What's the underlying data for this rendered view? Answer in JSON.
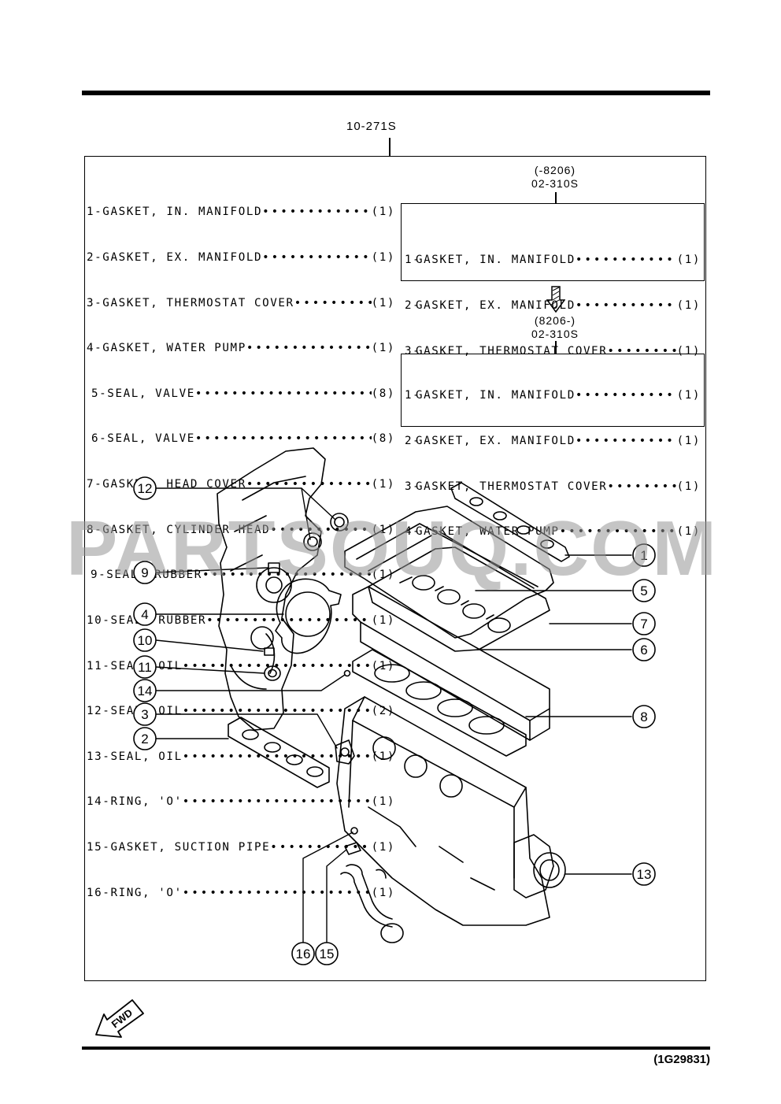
{
  "ref_top": "10-271S",
  "parts": [
    {
      "num": "1-",
      "name": "GASKET, IN. MANIFOLD",
      "qty": "(1)"
    },
    {
      "num": "2-",
      "name": "GASKET, EX. MANIFOLD",
      "qty": "(1)"
    },
    {
      "num": "3-",
      "name": "GASKET, THERMOSTAT COVER",
      "qty": "(1)"
    },
    {
      "num": "4-",
      "name": "GASKET, WATER PUMP",
      "qty": "(1)"
    },
    {
      "num": "5-",
      "name": "SEAL, VALVE",
      "qty": "(8)"
    },
    {
      "num": "6-",
      "name": "SEAL, VALVE",
      "qty": "(8)"
    },
    {
      "num": "7-",
      "name": "GASKET, HEAD COVER",
      "qty": "(1)"
    },
    {
      "num": "8-",
      "name": "GASKET, CYLINDER HEAD",
      "qty": "(1)"
    },
    {
      "num": "9-",
      "name": "SEAL, RUBBER",
      "qty": "(1)"
    },
    {
      "num": "10-",
      "name": "SEAL, RUBBER",
      "qty": "(1)"
    },
    {
      "num": "11-",
      "name": "SEAL, OIL",
      "qty": "(1)"
    },
    {
      "num": "12-",
      "name": "SEAL, OIL",
      "qty": "(2)"
    },
    {
      "num": "13-",
      "name": "SEAL, OIL",
      "qty": "(1)"
    },
    {
      "num": "14-",
      "name": "RING, 'O'",
      "qty": "(1)"
    },
    {
      "num": "15-",
      "name": "GASKET, SUCTION PIPE",
      "qty": "(1)"
    },
    {
      "num": "16-",
      "name": "RING, 'O'",
      "qty": "(1)"
    }
  ],
  "kit1": {
    "range": "(-8206)",
    "ref": "02-310S",
    "items": [
      {
        "num": "1-",
        "name": "GASKET, IN. MANIFOLD",
        "qty": "(1)"
      },
      {
        "num": "2-",
        "name": "GASKET, EX. MANIFOLD",
        "qty": "(1)"
      },
      {
        "num": "3-",
        "name": "GASKET, THERMOSTAT COVER",
        "qty": "(1)"
      }
    ]
  },
  "kit2": {
    "range": "(8206-)",
    "ref": "02-310S",
    "items": [
      {
        "num": "1-",
        "name": "GASKET, IN. MANIFOLD",
        "qty": "(1)"
      },
      {
        "num": "2-",
        "name": "GASKET, EX. MANIFOLD",
        "qty": "(1)"
      },
      {
        "num": "3-",
        "name": "GASKET, THERMOSTAT COVER",
        "qty": "(1)"
      },
      {
        "num": "4-",
        "name": "GASKET, WATER PUMP",
        "qty": "(1)"
      }
    ]
  },
  "callouts": [
    "1",
    "2",
    "3",
    "4",
    "5",
    "6",
    "7",
    "8",
    "9",
    "10",
    "11",
    "12",
    "13",
    "14",
    "15",
    "16"
  ],
  "watermark": "PARTSOUQ.COM",
  "fwd_label": "FWD",
  "catalog_code": "(1G29831)",
  "dots": "••••••••••••••••••••••••••••"
}
